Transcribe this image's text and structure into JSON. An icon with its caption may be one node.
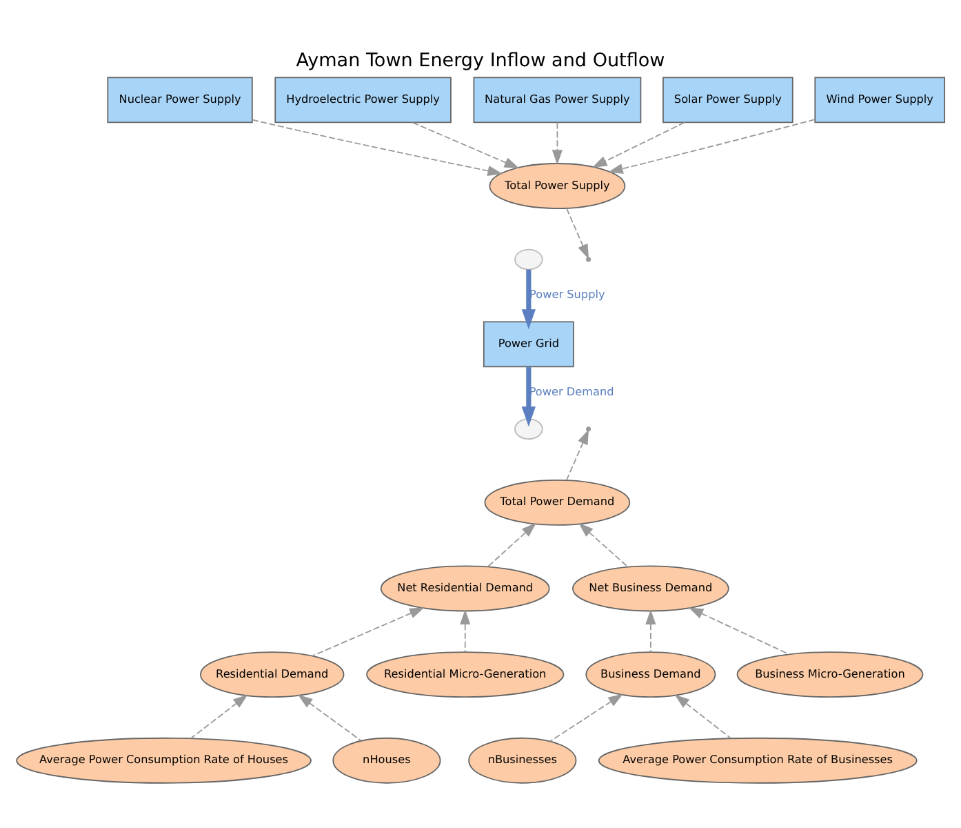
{
  "diagram": {
    "title": "Ayman Town Energy Inflow and Outflow",
    "nodes": [
      {
        "text": [
          "Nuclear Power Supply"
        ]
      },
      {
        "text": [
          "Hydroelectric Power Supply"
        ]
      },
      {
        "text": [
          "Natural Gas Power Supply"
        ]
      },
      {
        "text": [
          "Solar Power Supply"
        ]
      },
      {
        "text": [
          "Wind Power Supply"
        ]
      },
      {
        "text": [
          "Total Power Supply"
        ]
      },
      {
        "text": [],
        "shape": "cloud"
      },
      {
        "text": [
          "Power Grid"
        ]
      },
      {
        "text": [],
        "shape": "cloud"
      },
      {
        "text": [
          "Net Residential Demand"
        ]
      },
      {
        "text": [
          "Total Power Demand"
        ]
      },
      {
        "text": [
          "Net Business Demand"
        ]
      },
      {
        "text": [
          "Residential Demand"
        ]
      },
      {
        "text": [
          "Residential Micro-Generation"
        ]
      },
      {
        "text": [
          "Business Demand"
        ]
      },
      {
        "text": [
          "Business Micro-Generation"
        ]
      },
      {
        "text": [
          "Average Power Consumption Rate of Houses"
        ]
      },
      {
        "text": [
          "nHouses"
        ]
      },
      {
        "text": [
          "nBusinesses"
        ]
      },
      {
        "text": [
          "Average Power Consumption Rate of Businesses"
        ]
      }
    ],
    "edges": [
      {
        "from": 0,
        "to": 5,
        "arrow": "to",
        "style": "dashed"
      },
      {
        "from": 1,
        "to": 5,
        "arrow": "to",
        "style": "dashed"
      },
      {
        "from": 2,
        "to": 5,
        "arrow": "to",
        "style": "dashed"
      },
      {
        "from": 3,
        "to": 5,
        "arrow": "to",
        "style": "dashed"
      },
      {
        "from": 4,
        "to": 5,
        "arrow": "to",
        "style": "dashed"
      },
      {
        "from": 6,
        "to": 7,
        "arrow": "to",
        "label": "Power Supply",
        "style": "thick",
        "color": "#5b7fc0"
      },
      {
        "from": 7,
        "to": 8,
        "arrow": "to",
        "label": "Power Demand",
        "style": "thick",
        "color": "#5b7fc0"
      },
      {
        "from": 5,
        "to": null,
        "arrow": "to",
        "style": "dashed"
      },
      {
        "from": 10,
        "to": null,
        "arrow": "to",
        "style": "dashed"
      },
      {
        "from": 9,
        "to": 10,
        "arrow": "to",
        "style": "dashed"
      },
      {
        "from": 11,
        "to": 10,
        "arrow": "to",
        "style": "dashed"
      },
      {
        "from": 12,
        "to": 9,
        "arrow": "to",
        "style": "dashed"
      },
      {
        "from": 13,
        "to": 9,
        "arrow": "to",
        "style": "dashed"
      },
      {
        "from": 14,
        "to": 11,
        "arrow": "to",
        "style": "dashed"
      },
      {
        "from": 15,
        "to": 11,
        "arrow": "to",
        "style": "dashed"
      },
      {
        "from": 16,
        "to": 12,
        "arrow": "to",
        "style": "dashed"
      },
      {
        "from": 17,
        "to": 12,
        "arrow": "to",
        "style": "dashed"
      },
      {
        "from": 18,
        "to": 14,
        "arrow": "to",
        "style": "dashed"
      },
      {
        "from": 19,
        "to": 14,
        "arrow": "to",
        "style": "dashed"
      }
    ]
  }
}
